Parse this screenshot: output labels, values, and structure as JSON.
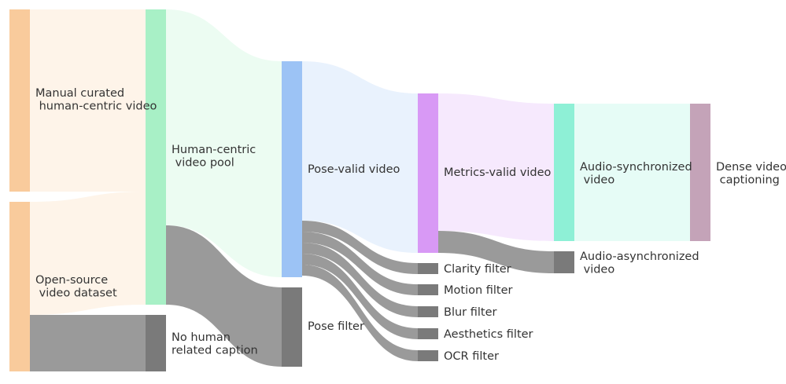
{
  "nodes": [
    {
      "id": "manual",
      "lines": [
        "Manual curated",
        " human-centric video"
      ],
      "color": "#f9cb9c"
    },
    {
      "id": "opensource",
      "lines": [
        "Open-source",
        " video dataset"
      ],
      "color": "#f9cb9c"
    },
    {
      "id": "pool",
      "lines": [
        "Human-centric",
        " video pool"
      ],
      "color": "#a8f0c6"
    },
    {
      "id": "nocaption",
      "lines": [
        "No human",
        "related caption"
      ],
      "color": "#7a7a7a"
    },
    {
      "id": "posevalid",
      "lines": [
        "Pose-valid video"
      ],
      "color": "#9cc3f5"
    },
    {
      "id": "posefilter",
      "lines": [
        "Pose filter"
      ],
      "color": "#7a7a7a"
    },
    {
      "id": "metrics",
      "lines": [
        "Metrics-valid video"
      ],
      "color": "#d899f5"
    },
    {
      "id": "clarity",
      "lines": [
        "Clarity filter"
      ],
      "color": "#7a7a7a"
    },
    {
      "id": "motion",
      "lines": [
        "Motion filter"
      ],
      "color": "#7a7a7a"
    },
    {
      "id": "blur",
      "lines": [
        "Blur filter"
      ],
      "color": "#7a7a7a"
    },
    {
      "id": "aesthetics",
      "lines": [
        "Aesthetics filter"
      ],
      "color": "#7a7a7a"
    },
    {
      "id": "ocr",
      "lines": [
        "OCR filter"
      ],
      "color": "#7a7a7a"
    },
    {
      "id": "audiosync",
      "lines": [
        "Audio-synchronized",
        " video"
      ],
      "color": "#8ef0d6"
    },
    {
      "id": "audioasync",
      "lines": [
        "Audio-asynchronized",
        " video"
      ],
      "color": "#7a7a7a"
    },
    {
      "id": "dense",
      "lines": [
        "Dense video",
        " captioning"
      ],
      "color": "#c4a3b8"
    }
  ],
  "links": [
    {
      "source": "manual",
      "target": "pool",
      "value": 232
    },
    {
      "source": "opensource",
      "target": "pool",
      "value": 144
    },
    {
      "source": "opensource",
      "target": "nocaption",
      "value": 72
    },
    {
      "source": "pool",
      "target": "posevalid",
      "value": 275
    },
    {
      "source": "pool",
      "target": "posefilter",
      "value": 101
    },
    {
      "source": "posevalid",
      "target": "metrics",
      "value": 203
    },
    {
      "source": "posevalid",
      "target": "clarity",
      "value": 14
    },
    {
      "source": "posevalid",
      "target": "motion",
      "value": 14
    },
    {
      "source": "posevalid",
      "target": "blur",
      "value": 14
    },
    {
      "source": "posevalid",
      "target": "aesthetics",
      "value": 14
    },
    {
      "source": "posevalid",
      "target": "ocr",
      "value": 14
    },
    {
      "source": "metrics",
      "target": "audiosync",
      "value": 175
    },
    {
      "source": "metrics",
      "target": "audioasync",
      "value": 28
    },
    {
      "source": "audiosync",
      "target": "dense",
      "value": 175
    }
  ]
}
